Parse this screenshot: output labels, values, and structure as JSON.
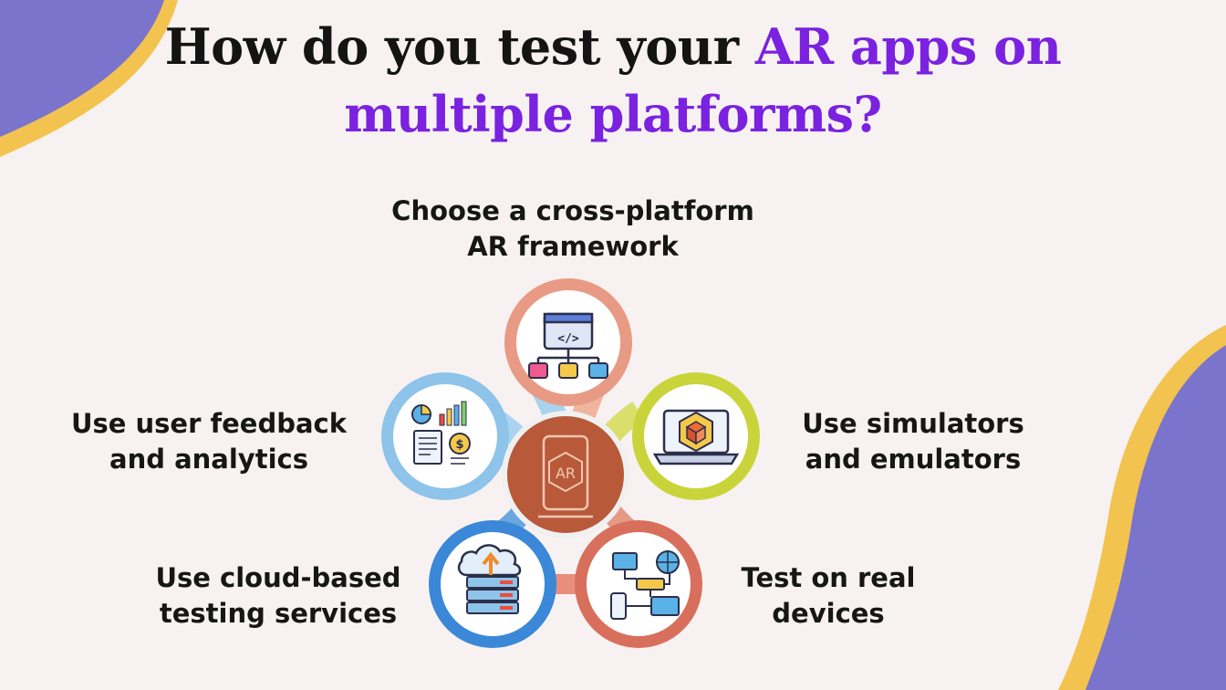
{
  "title": {
    "line1_plain": "How do you test your ",
    "line1_accent": "AR apps on",
    "line2_accent": "multiple platforms?"
  },
  "center": {
    "badge_text": "AR",
    "icon": "ar-phone-icon"
  },
  "steps": [
    {
      "id": "top",
      "line1": "Choose a cross-platform",
      "line2": "AR framework",
      "icon": "code-workflow-icon",
      "ring_color": "#e99a84"
    },
    {
      "id": "right",
      "line1": "Use simulators",
      "line2": "and emulators",
      "icon": "laptop-3d-cube-icon",
      "ring_color": "#c9d43a"
    },
    {
      "id": "bottom-right",
      "line1": "Test on real",
      "line2": "devices",
      "icon": "connected-devices-icon",
      "ring_color": "#d86f5c"
    },
    {
      "id": "bottom-left",
      "line1": "Use cloud-based",
      "line2": "testing services",
      "icon": "cloud-server-upload-icon",
      "ring_color": "#3b87d8"
    },
    {
      "id": "left",
      "line1": "Use user feedback",
      "line2": "and analytics",
      "icon": "analytics-report-icon",
      "ring_color": "#8ec3ea"
    }
  ],
  "colors": {
    "accent": "#7a22e0",
    "background": "#f7f2f1",
    "blob_purple": "#7b74cc",
    "blob_yellow": "#f2c34f",
    "center_fill": "#b8593a"
  }
}
